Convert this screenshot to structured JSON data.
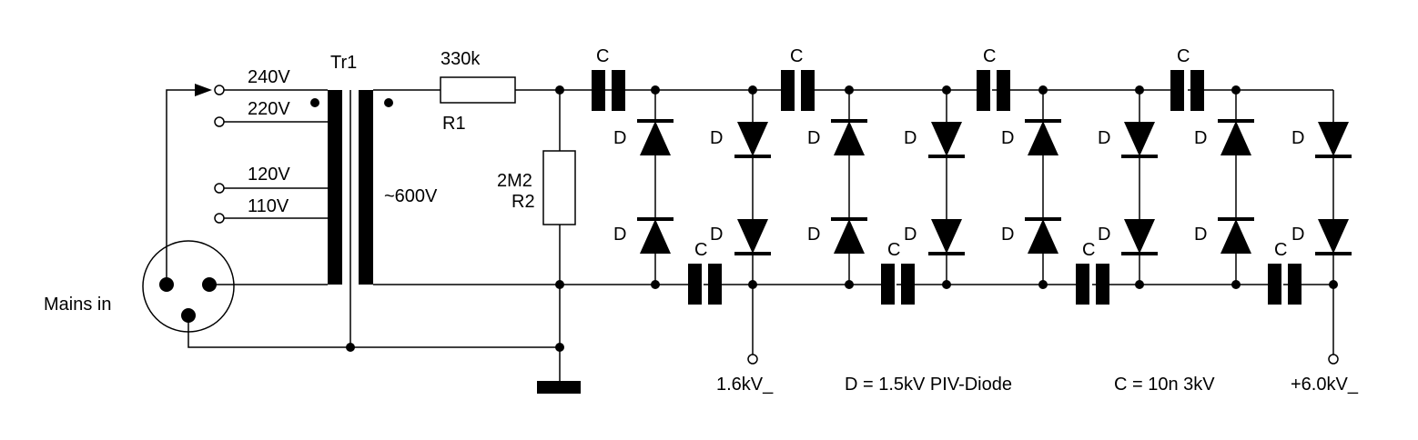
{
  "labels": {
    "mains_in": "Mains in",
    "transformer": "Tr1",
    "tap_240": "240V",
    "tap_220": "220V",
    "tap_120": "120V",
    "tap_110": "110V",
    "secondary": "~600V",
    "r1_value": "330k",
    "r1_name": "R1",
    "r2_value": "2M2",
    "r2_name": "R2",
    "out_low": "1.6kV_",
    "out_high": "+6.0kV_",
    "diode_note": "D = 1.5kV PIV-Diode",
    "cap_note": "C = 10n 3kV",
    "diode_letter": "D",
    "cap_letter": "C"
  },
  "colors": {
    "ink": "#000000",
    "background": "#ffffff"
  }
}
